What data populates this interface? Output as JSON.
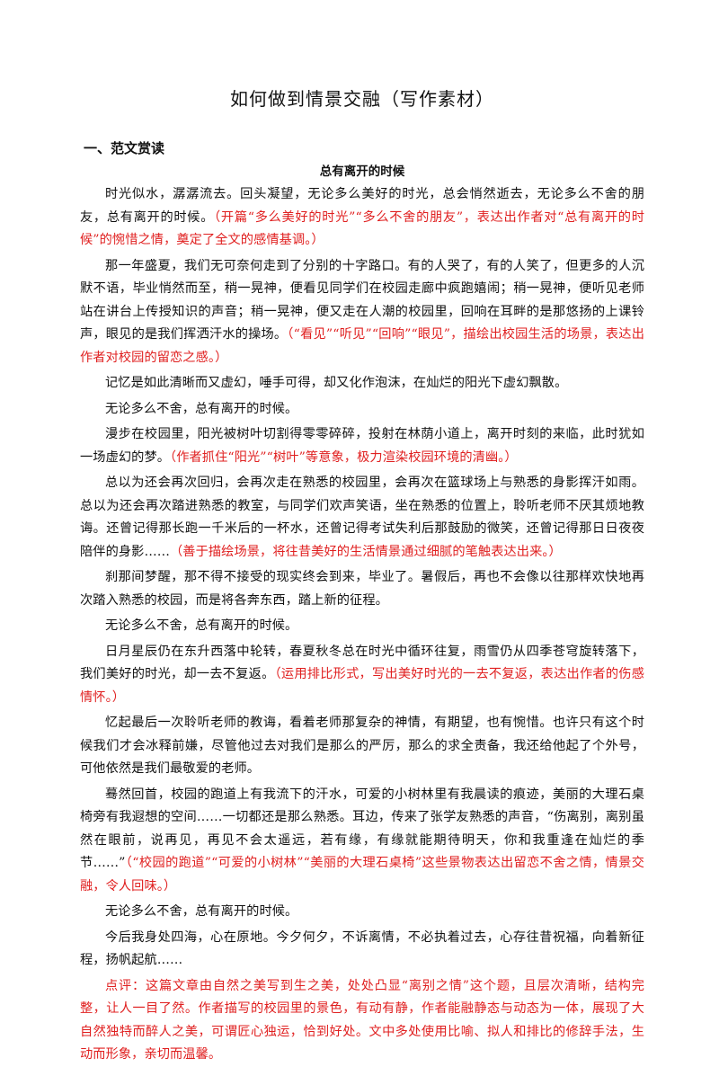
{
  "document": {
    "title": "如何做到情景交融（写作素材）",
    "section_heading": "一、范文赏读",
    "article_title": "总有离开的时候"
  },
  "paragraphs": [
    {
      "text": "时光似水，潺潺流去。回头凝望，无论多么美好的时光，总会悄然逝去，无论多么不舍的朋友，总有离开的时候。",
      "note": "（开篇“多么美好的时光”“多么不舍的朋友”，表达出作者对“总有离开的时候”的惋惜之情，奠定了全文的感情基调。）"
    },
    {
      "text": "那一年盛夏，我们无可奈何走到了分别的十字路口。有的人哭了，有的人笑了，但更多的人沉默不语，毕业悄然而至，稍一晃神，便看见同学们在校园走廊中疯跑嬉闹；稍一晃神，便听见老师站在讲台上传授知识的声音；稍一晃神，便又走在人潮的校园里，回响在耳畔的是那悠扬的上课铃声，眼见的是我们挥洒汗水的操场。",
      "note": "（“看见”“听见”“回响”“眼见”，描绘出校园生活的场景，表达出作者对校园的留恋之感。）"
    },
    {
      "text": "记忆是如此清晰而又虚幻，唾手可得，却又化作泡沫，在灿烂的阳光下虚幻飘散。",
      "note": ""
    },
    {
      "text": "无论多么不舍，总有离开的时候。",
      "note": ""
    },
    {
      "text": "漫步在校园里，阳光被树叶切割得零零碎碎，投射在林荫小道上，离开时刻的来临，此时犹如一场虚幻的梦。",
      "note": "（作者抓住“阳光”“树叶”等意象，极力渲染校园环境的清幽。）"
    },
    {
      "text": "总以为还会再次回归，会再次走在熟悉的校园里，会再次在篮球场上与熟悉的身影挥汗如雨。总以为还会再次踏进熟悉的教室，与同学们欢声笑语，坐在熟悉的位置上，聆听老师不厌其烦地教诲。还曾记得那长跑一千米后的一杯水，还曾记得考试失利后那鼓励的微笑，还曾记得那日日夜夜陪伴的身影……",
      "note": "（善于描绘场景，将往昔美好的生活情景通过细腻的笔触表达出来。）"
    },
    {
      "text": "刹那间梦醒，那不得不接受的现实终会到来，毕业了。暑假后，再也不会像以往那样欢快地再次踏入熟悉的校园，而是将各奔东西，踏上新的征程。",
      "note": ""
    },
    {
      "text": "无论多么不舍，总有离开的时候。",
      "note": ""
    },
    {
      "text": "日月星辰仍在东升西落中轮转，春夏秋冬总在时光中循环往复，雨雪仍从四季苍穹旋转落下，我们美好的时光，却一去不复返。",
      "note": "（运用排比形式，写出美好时光的一去不复返，表达出作者的伤感情怀。）"
    },
    {
      "text": "忆起最后一次聆听老师的教诲，看着老师那复杂的神情，有期望，也有惋惜。也许只有这个时候我们才会冰释前嫌，尽管他过去对我们是那么的严厉，那么的求全责备，我还给他起了个外号，可他依然是我们最敬爱的老师。",
      "note": ""
    },
    {
      "text": "蓦然回首，校园的跑道上有我流下的汗水，可爱的小树林里有我晨读的痕迹，美丽的大理石桌椅旁有我遐想的空间……一切都还是那么熟悉。耳边，传来了张学友熟悉的声音，“伤离别，离别虽然在眼前，说再见，再见不会太遥远，若有缘，有缘就能期待明天，你和我重逢在灿烂的季节……”",
      "note": "（“校园的跑道”“可爱的小树林”“美丽的大理石桌椅”这些景物表达出留恋不舍之情，情景交融，令人回味。）"
    },
    {
      "text": "无论多么不舍，总有离开的时候。",
      "note": ""
    },
    {
      "text": "今后我身处四海，心在原地。今夕何夕，不诉离情，不必执着过去，心存往昔祝福，向着新征程，扬帆起航……",
      "note": ""
    },
    {
      "text": "",
      "note": "点评：这篇文章由自然之美写到生之美，处处凸显“离别之情”这个题，且层次清晰，结构完整，让人一目了然。作者描写的校园里的景色，有动有静，作者能融静态与动态为一体，展现了大自然独特而醉人之美，可谓匠心独运，恰到好处。文中多处使用比喻、拟人和排比的修辞手法，生动而形象，亲切而温馨。"
    }
  ]
}
